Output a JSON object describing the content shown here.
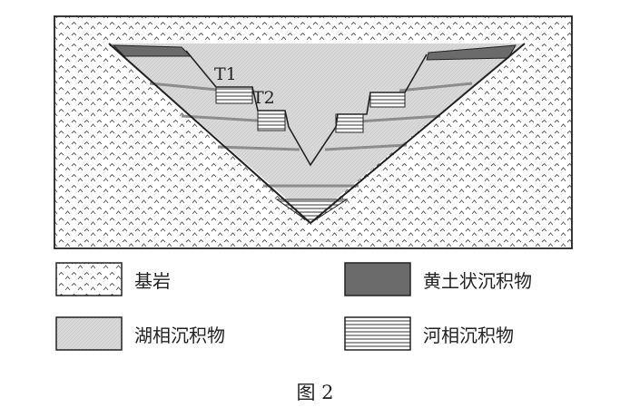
{
  "terraces": {
    "t1": "T1",
    "t2": "T2"
  },
  "legend": [
    {
      "key": "bedrock",
      "label": "基岩"
    },
    {
      "key": "loess",
      "label": "黄土状沉积物"
    },
    {
      "key": "lacustrine",
      "label": "湖相沉积物"
    },
    {
      "key": "fluvial",
      "label": "河相沉积物"
    }
  ],
  "caption": "图 2",
  "colors": {
    "bedrock_bg": "#ffffff",
    "bedrock_mark": "#555555",
    "loess": "#666666",
    "lacustrine": "#d9d9d9",
    "lacustrine_band": "#8c8c8c",
    "fluvial_line": "#333333",
    "outline": "#222222"
  }
}
